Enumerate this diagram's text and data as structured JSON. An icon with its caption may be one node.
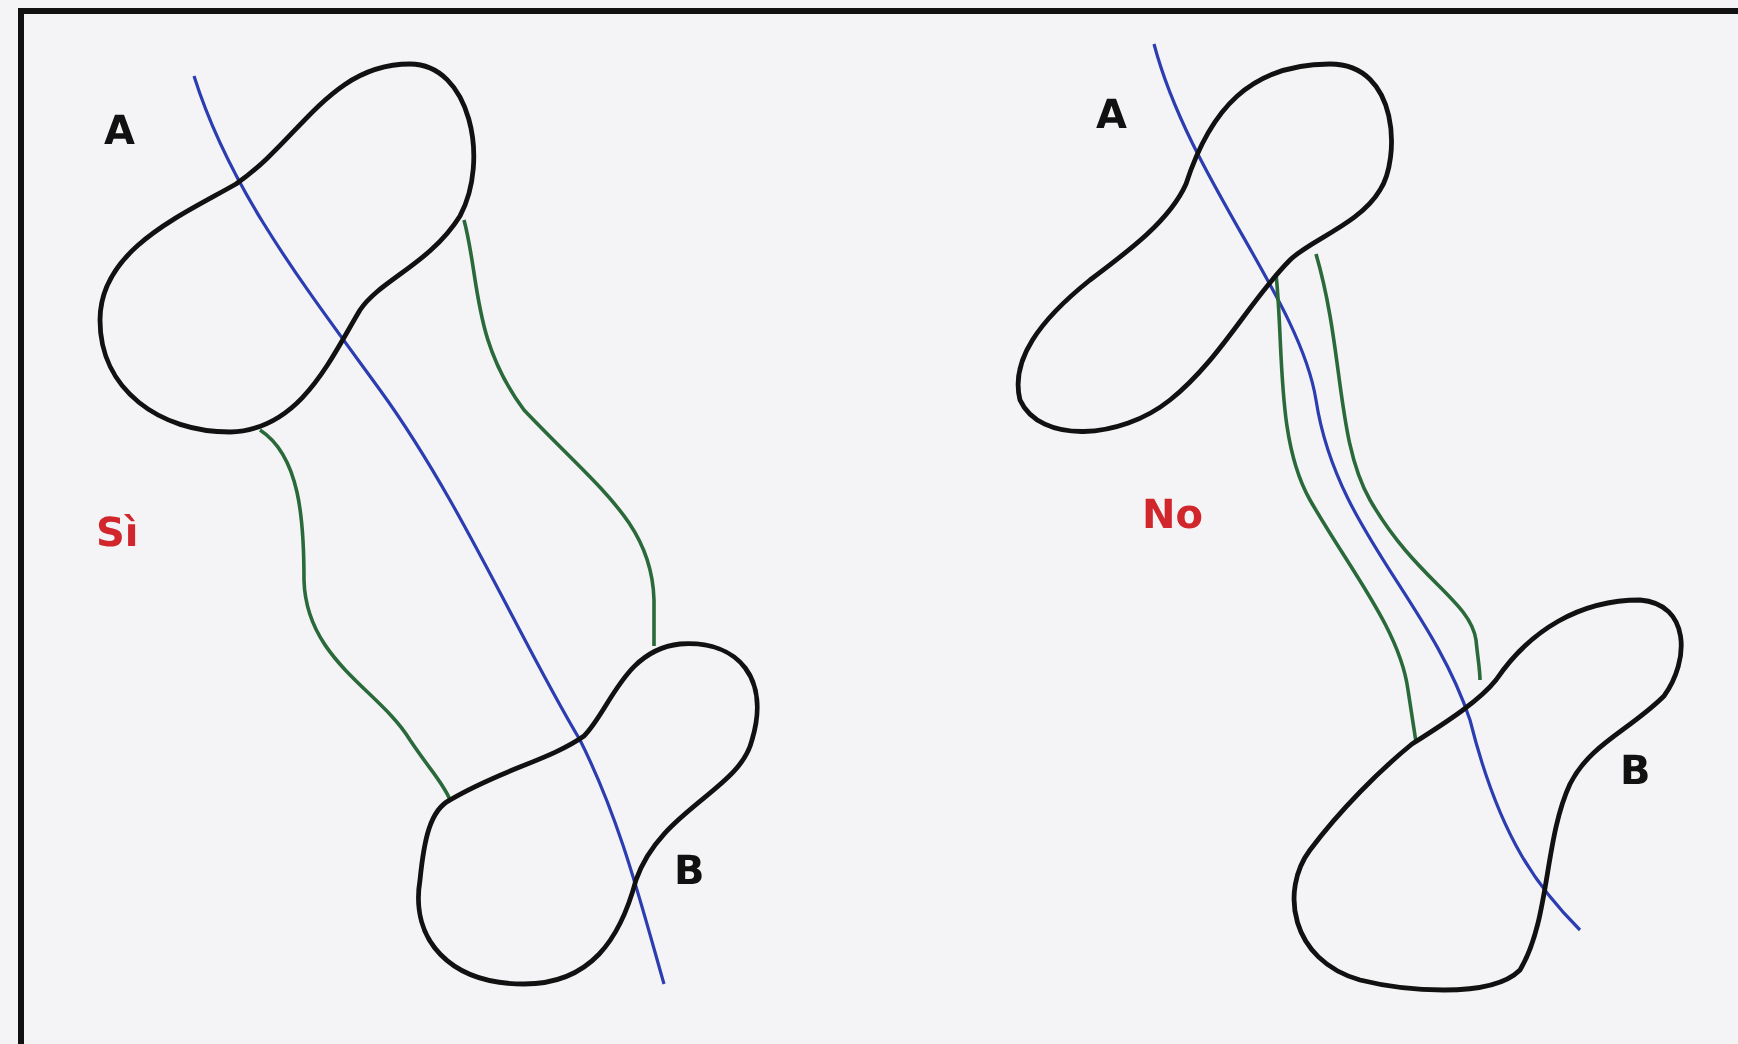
{
  "diagram": {
    "nodes": [
      {
        "text": [
          "A"
        ]
      },
      {
        "text": [
          "B"
        ]
      },
      {
        "text": [
          "A"
        ]
      },
      {
        "text": [
          "B"
        ]
      }
    ],
    "edges": [
      {
        "from": 0,
        "to": 1,
        "arrow": "none"
      },
      {
        "from": 0,
        "to": 1,
        "arrow": "none"
      },
      {
        "from": 2,
        "to": 3,
        "arrow": "none"
      },
      {
        "from": 2,
        "to": 3,
        "arrow": "none"
      }
    ],
    "labels": [
      "Sì",
      "No"
    ]
  }
}
